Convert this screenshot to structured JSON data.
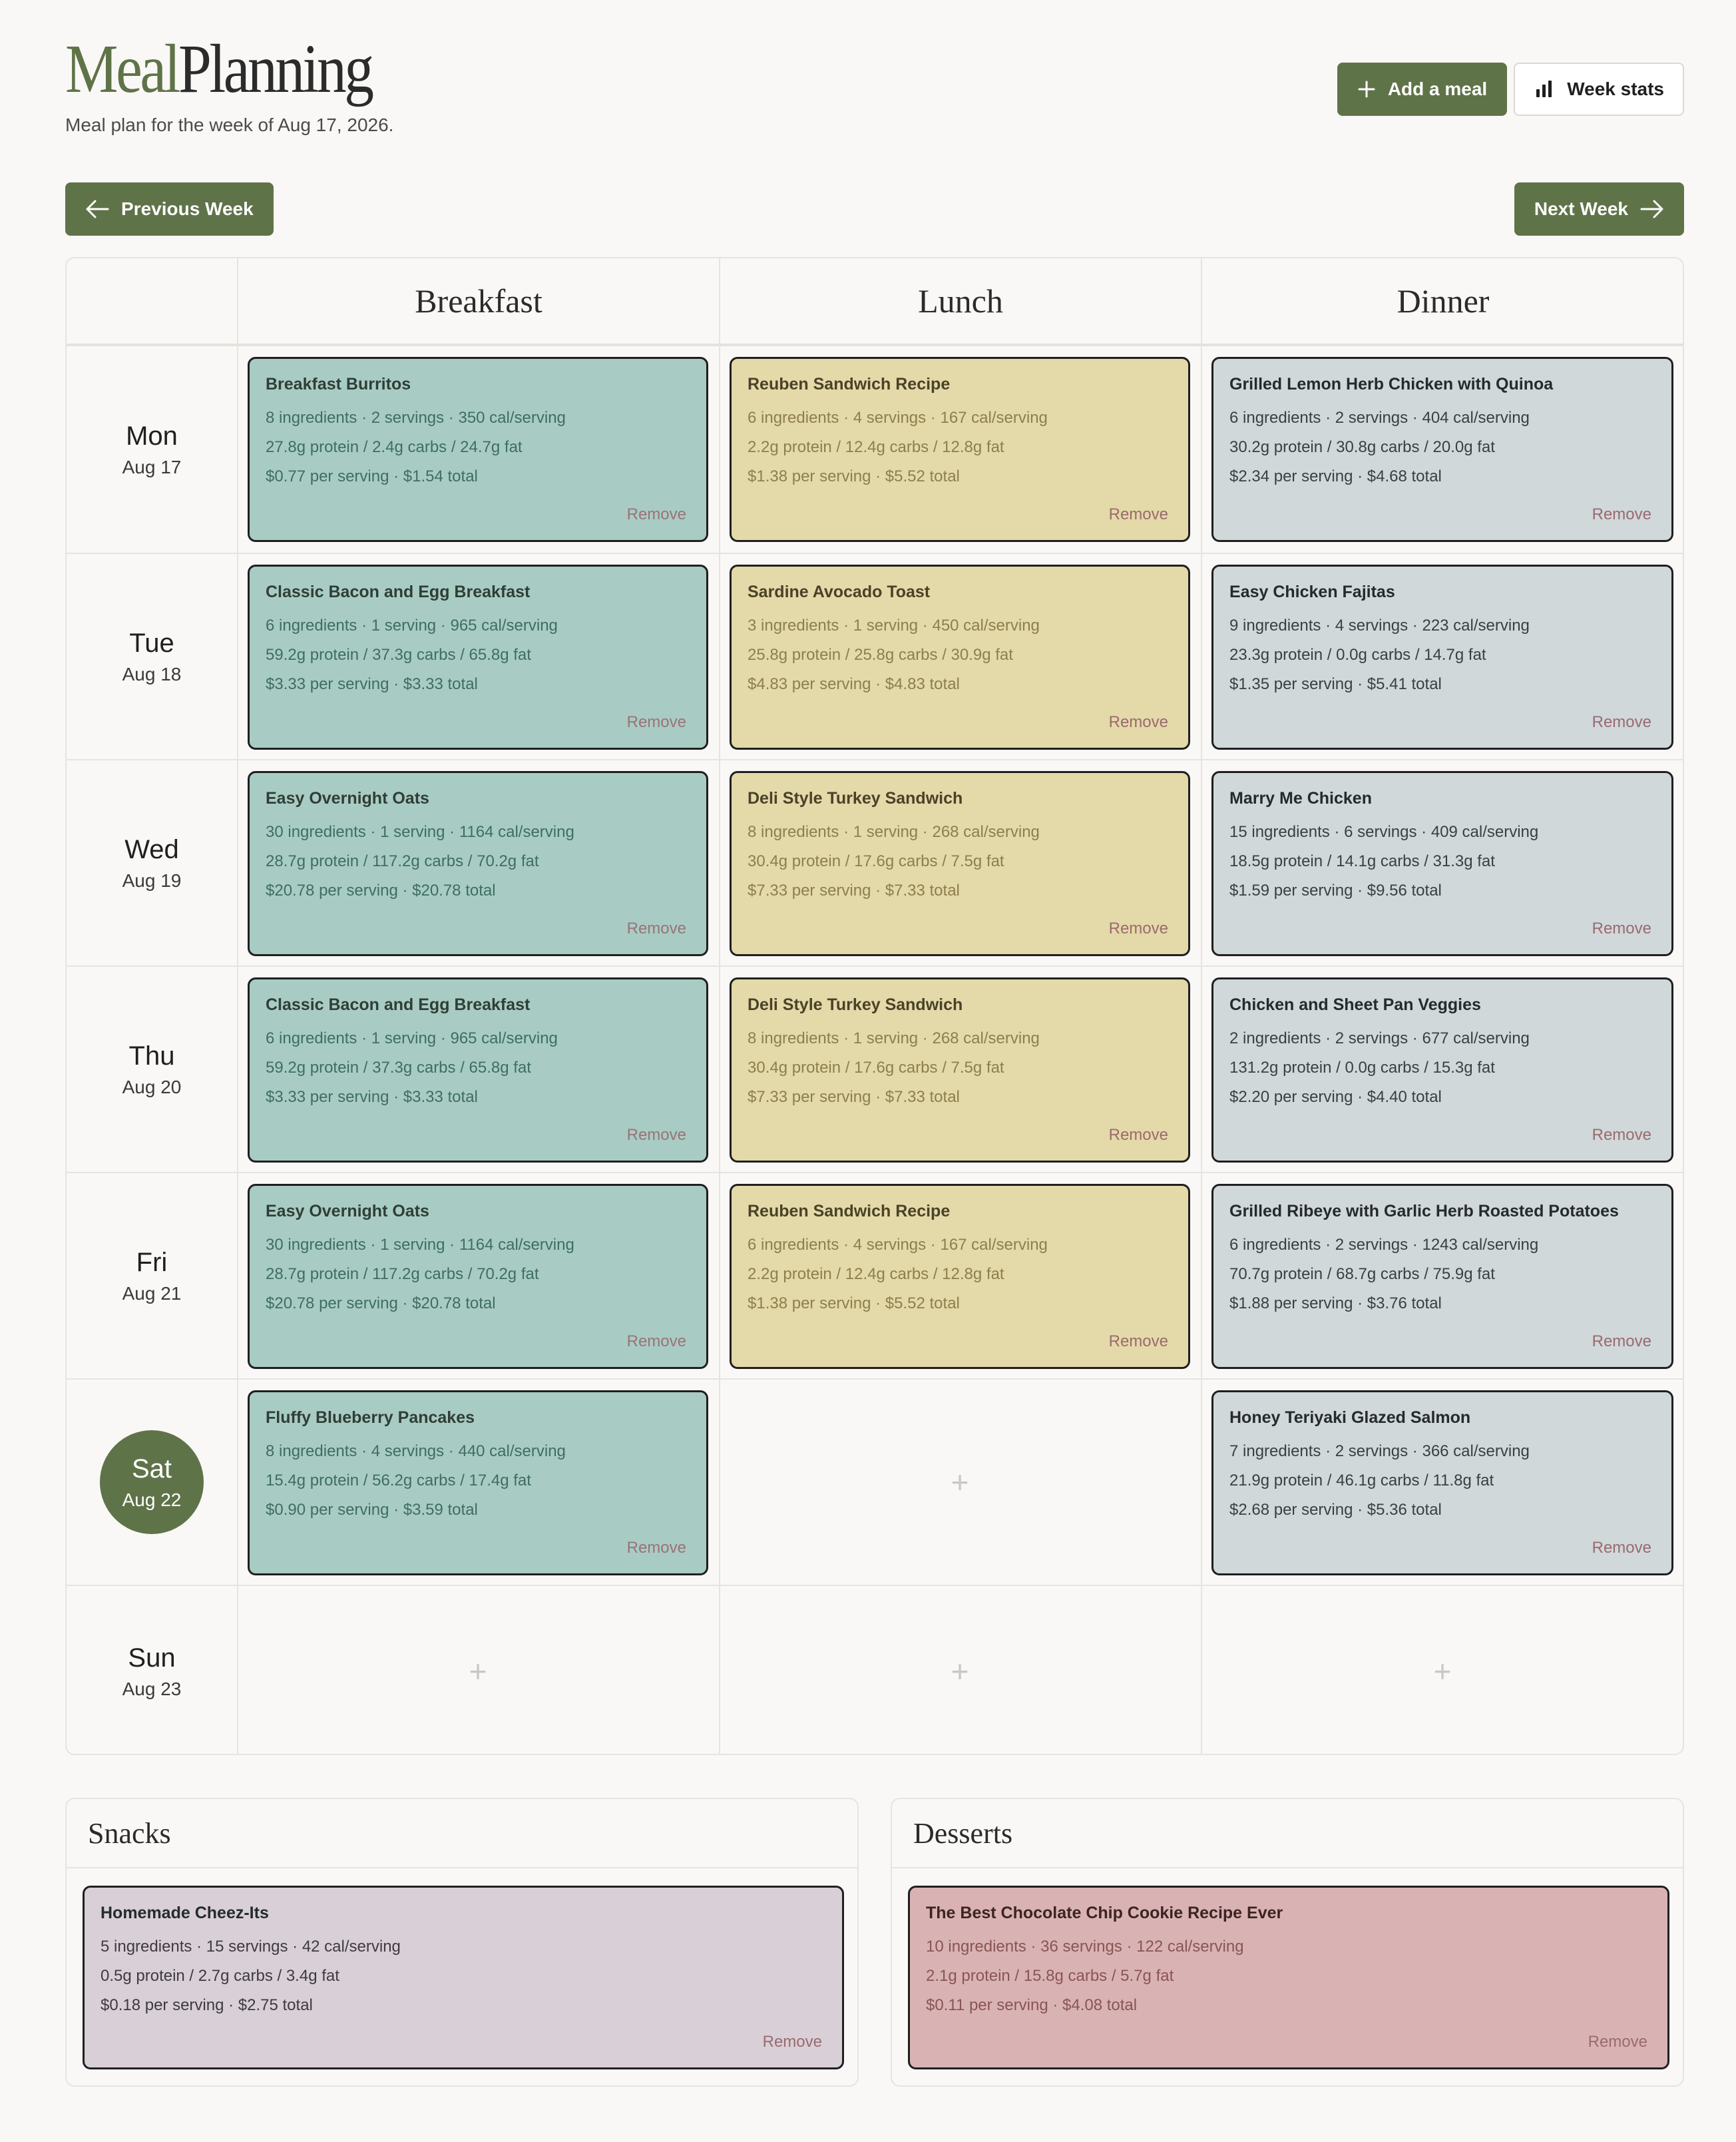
{
  "app": {
    "brand_part1": "Meal",
    "brand_part2": "Planning",
    "subtitle": "Meal plan for the week of Aug 17, 2026."
  },
  "actions": {
    "add_meal": "Add a meal",
    "week_stats": "Week stats",
    "prev_week": "Previous Week",
    "next_week": "Next Week",
    "remove": "Remove",
    "add_icon": "+"
  },
  "columns": [
    "Breakfast",
    "Lunch",
    "Dinner"
  ],
  "days": [
    {
      "name": "Mon",
      "date": "Aug 17",
      "today": false,
      "breakfast": {
        "title": "Breakfast Burritos",
        "line1": "8 ingredients · 2 servings · 350 cal/serving",
        "line2": "27.8g protein / 2.4g carbs / 24.7g fat",
        "line3": "$0.77 per serving · $1.54 total"
      },
      "lunch": {
        "title": "Reuben Sandwich Recipe",
        "line1": "6 ingredients · 4 servings · 167 cal/serving",
        "line2": "2.2g protein / 12.4g carbs / 12.8g fat",
        "line3": "$1.38 per serving · $5.52 total"
      },
      "dinner": {
        "title": "Grilled Lemon Herb Chicken with Quinoa",
        "line1": "6 ingredients · 2 servings · 404 cal/serving",
        "line2": "30.2g protein / 30.8g carbs / 20.0g fat",
        "line3": "$2.34 per serving · $4.68 total"
      }
    },
    {
      "name": "Tue",
      "date": "Aug 18",
      "today": false,
      "breakfast": {
        "title": "Classic Bacon and Egg Breakfast",
        "line1": "6 ingredients · 1 serving · 965 cal/serving",
        "line2": "59.2g protein / 37.3g carbs / 65.8g fat",
        "line3": "$3.33 per serving · $3.33 total"
      },
      "lunch": {
        "title": "Sardine Avocado Toast",
        "line1": "3 ingredients · 1 serving · 450 cal/serving",
        "line2": "25.8g protein / 25.8g carbs / 30.9g fat",
        "line3": "$4.83 per serving · $4.83 total"
      },
      "dinner": {
        "title": "Easy Chicken Fajitas",
        "line1": "9 ingredients · 4 servings · 223 cal/serving",
        "line2": "23.3g protein / 0.0g carbs / 14.7g fat",
        "line3": "$1.35 per serving · $5.41 total"
      }
    },
    {
      "name": "Wed",
      "date": "Aug 19",
      "today": false,
      "breakfast": {
        "title": "Easy Overnight Oats",
        "line1": "30 ingredients · 1 serving · 1164 cal/serving",
        "line2": "28.7g protein / 117.2g carbs / 70.2g fat",
        "line3": "$20.78 per serving · $20.78 total"
      },
      "lunch": {
        "title": "Deli Style Turkey Sandwich",
        "line1": "8 ingredients · 1 serving · 268 cal/serving",
        "line2": "30.4g protein / 17.6g carbs / 7.5g fat",
        "line3": "$7.33 per serving · $7.33 total"
      },
      "dinner": {
        "title": "Marry Me Chicken",
        "line1": "15 ingredients · 6 servings · 409 cal/serving",
        "line2": "18.5g protein / 14.1g carbs / 31.3g fat",
        "line3": "$1.59 per serving · $9.56 total"
      }
    },
    {
      "name": "Thu",
      "date": "Aug 20",
      "today": false,
      "breakfast": {
        "title": "Classic Bacon and Egg Breakfast",
        "line1": "6 ingredients · 1 serving · 965 cal/serving",
        "line2": "59.2g protein / 37.3g carbs / 65.8g fat",
        "line3": "$3.33 per serving · $3.33 total"
      },
      "lunch": {
        "title": "Deli Style Turkey Sandwich",
        "line1": "8 ingredients · 1 serving · 268 cal/serving",
        "line2": "30.4g protein / 17.6g carbs / 7.5g fat",
        "line3": "$7.33 per serving · $7.33 total"
      },
      "dinner": {
        "title": "Chicken and Sheet Pan Veggies",
        "line1": "2 ingredients · 2 servings · 677 cal/serving",
        "line2": "131.2g protein / 0.0g carbs / 15.3g fat",
        "line3": "$2.20 per serving · $4.40 total"
      }
    },
    {
      "name": "Fri",
      "date": "Aug 21",
      "today": false,
      "breakfast": {
        "title": "Easy Overnight Oats",
        "line1": "30 ingredients · 1 serving · 1164 cal/serving",
        "line2": "28.7g protein / 117.2g carbs / 70.2g fat",
        "line3": "$20.78 per serving · $20.78 total"
      },
      "lunch": {
        "title": "Reuben Sandwich Recipe",
        "line1": "6 ingredients · 4 servings · 167 cal/serving",
        "line2": "2.2g protein / 12.4g carbs / 12.8g fat",
        "line3": "$1.38 per serving · $5.52 total"
      },
      "dinner": {
        "title": "Grilled Ribeye with Garlic Herb Roasted Potatoes",
        "line1": "6 ingredients · 2 servings · 1243 cal/serving",
        "line2": "70.7g protein / 68.7g carbs / 75.9g fat",
        "line3": "$1.88 per serving · $3.76 total"
      }
    },
    {
      "name": "Sat",
      "date": "Aug 22",
      "today": true,
      "breakfast": {
        "title": "Fluffy Blueberry Pancakes",
        "line1": "8 ingredients · 4 servings · 440 cal/serving",
        "line2": "15.4g protein / 56.2g carbs / 17.4g fat",
        "line3": "$0.90 per serving · $3.59 total"
      },
      "lunch": null,
      "dinner": {
        "title": "Honey Teriyaki Glazed Salmon",
        "line1": "7 ingredients · 2 servings · 366 cal/serving",
        "line2": "21.9g protein / 46.1g carbs / 11.8g fat",
        "line3": "$2.68 per serving · $5.36 total"
      }
    },
    {
      "name": "Sun",
      "date": "Aug 23",
      "today": false,
      "breakfast": null,
      "lunch": null,
      "dinner": null
    }
  ],
  "snacks": {
    "title": "Snacks",
    "item": {
      "title": "Homemade Cheez-Its",
      "line1": "5 ingredients · 15 servings · 42 cal/serving",
      "line2": "0.5g protein / 2.7g carbs / 3.4g fat",
      "line3": "$0.18 per serving · $2.75 total"
    }
  },
  "desserts": {
    "title": "Desserts",
    "item": {
      "title": "The Best Chocolate Chip Cookie Recipe Ever",
      "line1": "10 ingredients · 36 servings · 122 cal/serving",
      "line2": "2.1g protein / 15.8g carbs / 5.7g fat",
      "line3": "$0.11 per serving · $4.08 total"
    }
  },
  "colors": {
    "accent": "#5f7348",
    "breakfast": "#a8ccc4",
    "lunch": "#e4d9a8",
    "dinner": "#d0d8da",
    "snack": "#d8cfd7",
    "dessert": "#d9b3b3"
  },
  "icons": {
    "add_meal": "plus-icon",
    "week_stats": "bar-chart-icon",
    "prev_week": "arrow-left-icon",
    "next_week": "arrow-right-icon"
  }
}
